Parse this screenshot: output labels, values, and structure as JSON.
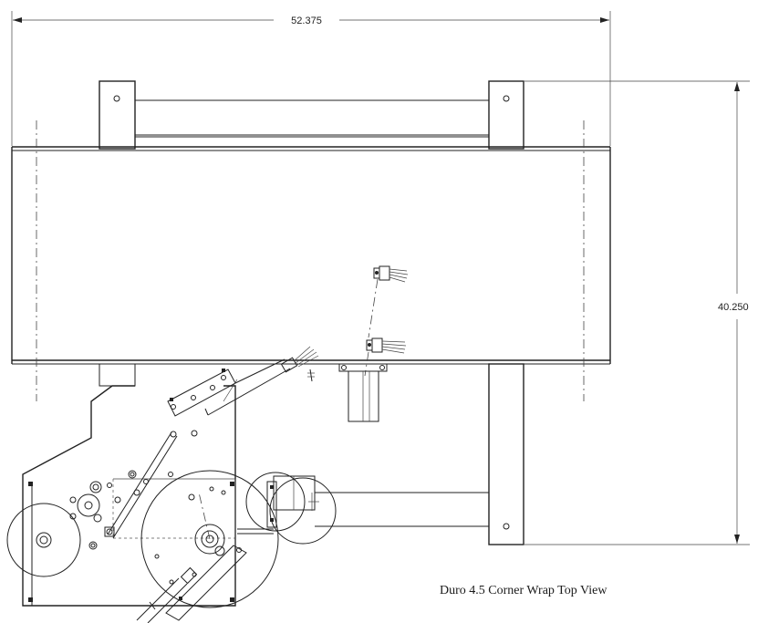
{
  "dimensions": {
    "width_label": "52.375",
    "height_label": "40.250"
  },
  "caption": "Duro 4.5 Corner Wrap Top View",
  "colors": {
    "line": "#222222",
    "background": "#ffffff"
  }
}
